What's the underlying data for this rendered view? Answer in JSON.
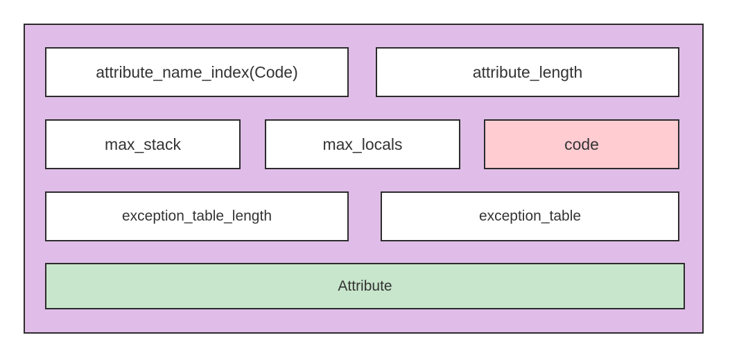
{
  "diagram": {
    "colors": {
      "container_fill": "#e0bde8",
      "box_fill": "#ffffff",
      "code_fill": "#ffccd2",
      "attribute_fill": "#c8e6cb",
      "border": "#2b2b2b",
      "text": "#333333"
    },
    "rows": [
      {
        "cells": [
          {
            "label": "attribute_name_index(Code)"
          },
          {
            "label": "attribute_length"
          }
        ]
      },
      {
        "cells": [
          {
            "label": "max_stack"
          },
          {
            "label": "max_locals"
          },
          {
            "label": "code",
            "highlight": "pink"
          }
        ]
      },
      {
        "cells": [
          {
            "label": "exception_table_length"
          },
          {
            "label": "exception_table"
          }
        ]
      },
      {
        "cells": [
          {
            "label": "Attribute",
            "highlight": "green"
          }
        ]
      }
    ]
  }
}
